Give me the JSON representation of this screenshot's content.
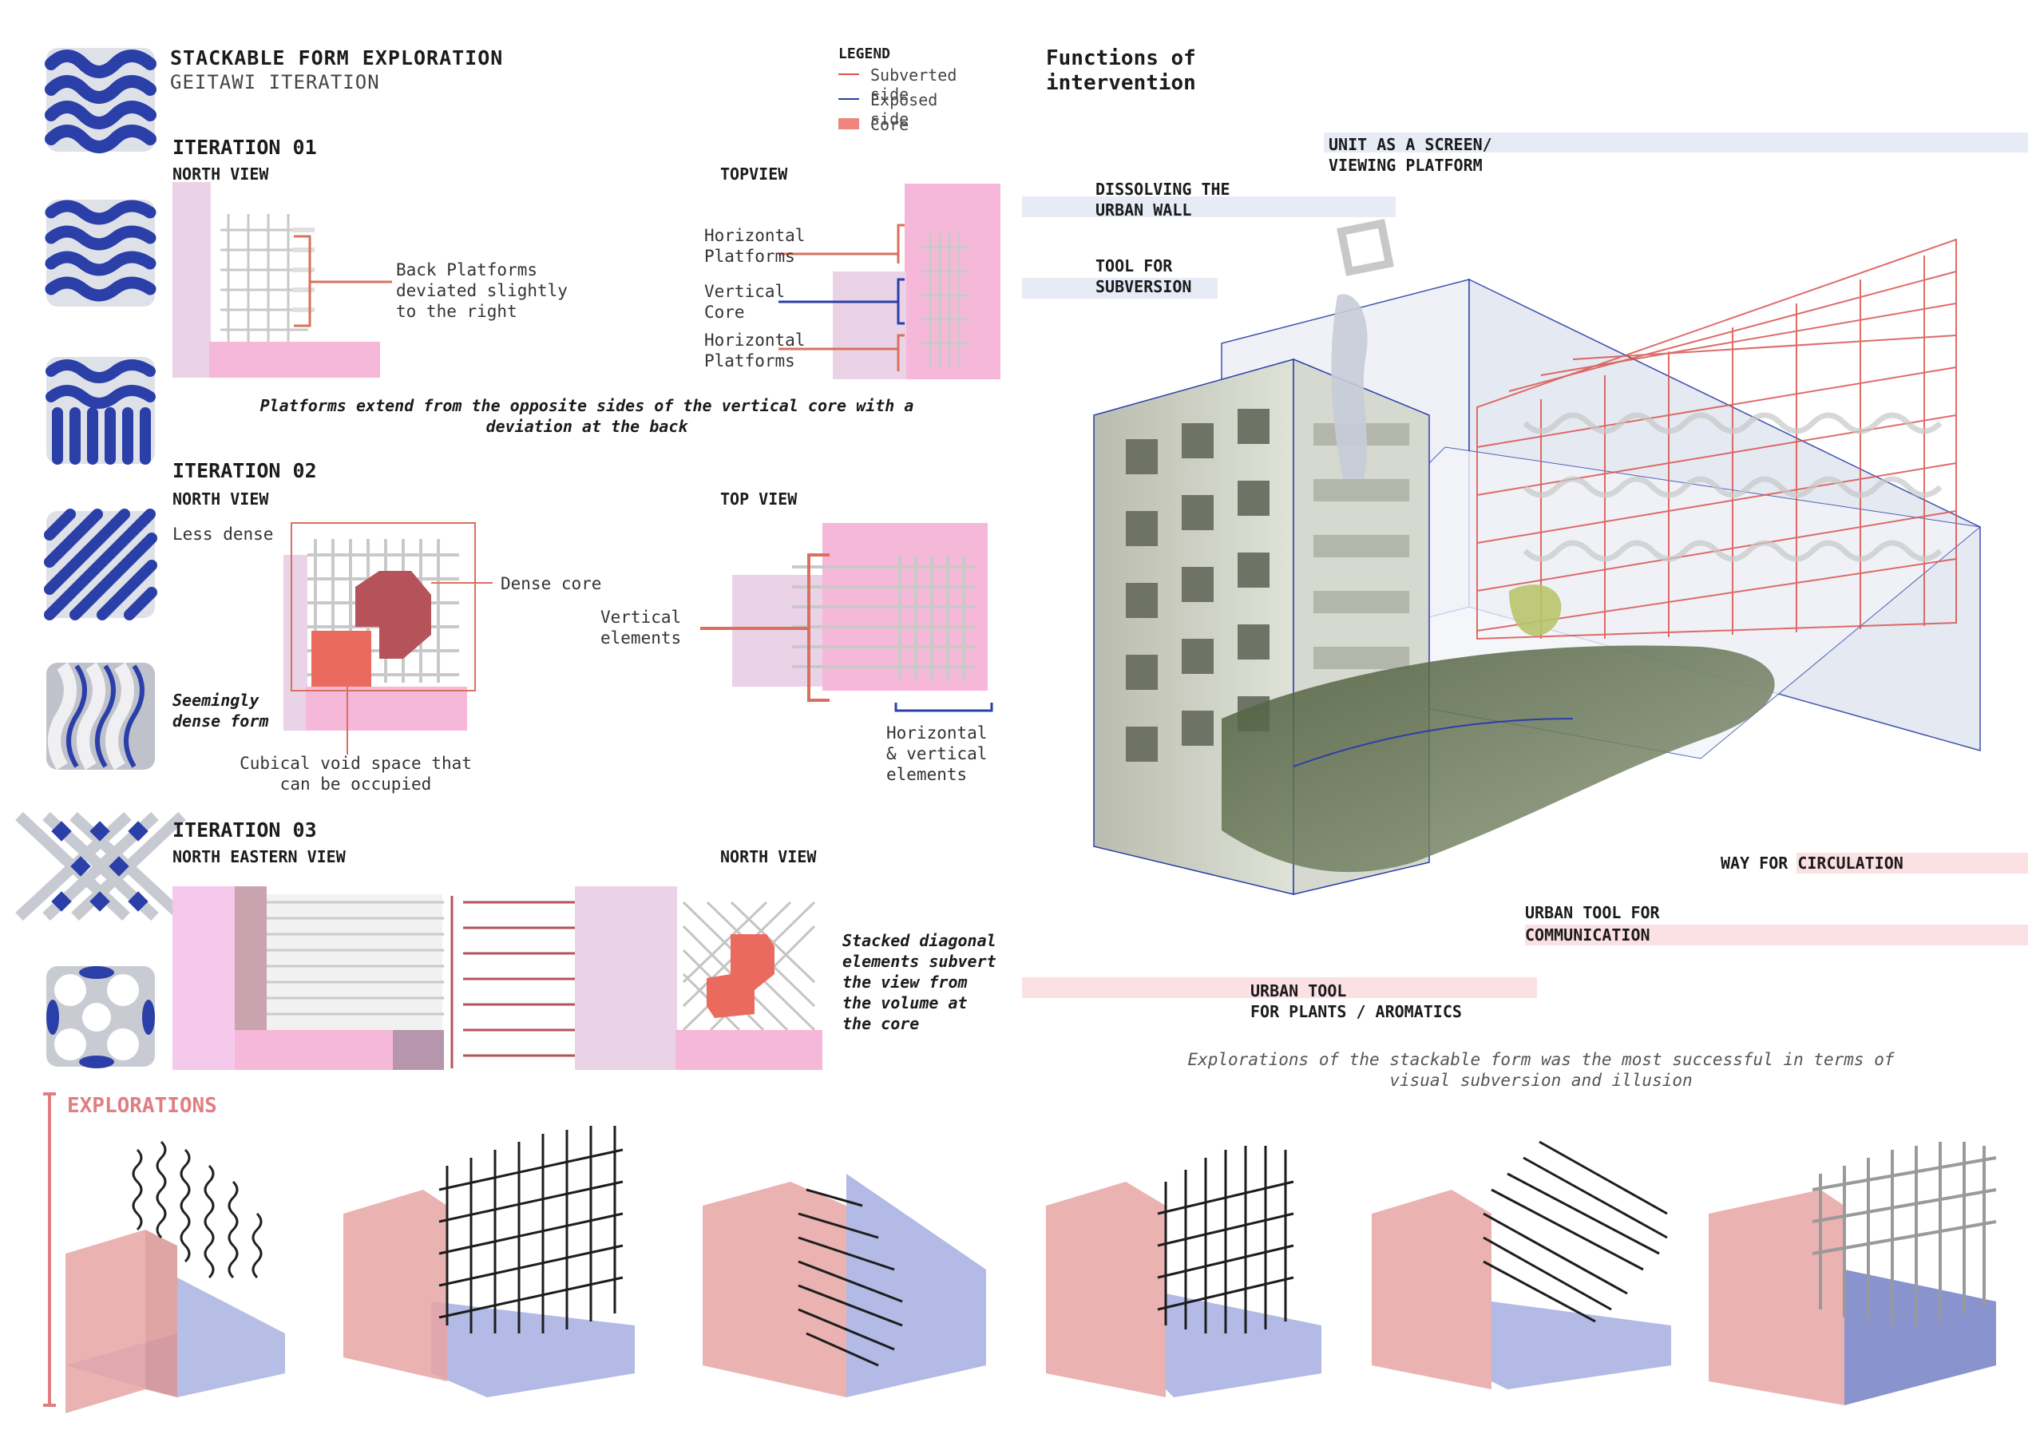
{
  "header": {
    "title": "STACKABLE FORM EXPLORATION",
    "subtitle": "GEITAWI ITERATION"
  },
  "legend": {
    "title": "LEGEND",
    "items": [
      {
        "label": "Subverted side",
        "color": "#d9534f"
      },
      {
        "label": "Exposed side",
        "color": "#2a3fa8"
      },
      {
        "label": "Core",
        "color": "#f0857d"
      }
    ]
  },
  "iteration1": {
    "title": "ITERATION 01",
    "north_view": "NORTH VIEW",
    "top_view": "TOPVIEW",
    "back_platforms": "Back Platforms\ndeviated slightly\nto the right",
    "horizontal_platforms_top": "Horizontal\nPlatforms",
    "vertical_core": "Vertical\nCore",
    "horizontal_platforms_bottom": "Horizontal\nPlatforms",
    "caption": "Platforms extend from the opposite sides of the vertical core with a\ndeviation at the back"
  },
  "iteration2": {
    "title": "ITERATION 02",
    "north_view": "NORTH VIEW",
    "top_view": "TOP VIEW",
    "less_dense": "Less dense",
    "dense_core": "Dense core",
    "seemingly": "Seemingly\ndense form",
    "cubical": "Cubical void space that\ncan be occupied",
    "vertical_elements": "Vertical\nelements",
    "horizontal_vertical": "Horizontal\n& vertical\nelements"
  },
  "iteration3": {
    "title": "ITERATION 03",
    "ne_view": "NORTH EASTERN VIEW",
    "north_view": "NORTH VIEW",
    "stacked": "Stacked diagonal\nelements subvert\nthe view from\nthe volume at\nthe core"
  },
  "functions": {
    "title": "Functions of\nintervention",
    "screen": "UNIT AS A SCREEN/\nVIEWING PLATFORM",
    "dissolving": "DISSOLVING THE\nURBAN WALL",
    "subversion": "TOOL FOR\nSUBVERSION",
    "circulation_prefix": "WAY FOR ",
    "circulation": "CIRCULATION",
    "communication_1": "URBAN TOOL FOR",
    "communication_2": "COMMUNICATION",
    "plants_1": "URBAN TOOL",
    "plants_2": "FOR PLANTS / AROMATICS",
    "caption": "Explorations of the stackable form was the most successful in terms of\nvisual subversion and illusion"
  },
  "explorations": {
    "title": "EXPLORATIONS"
  },
  "colors": {
    "accent_pink": "#e07e84",
    "core_salmon": "#f0857d",
    "blue": "#2a3fa8",
    "pink_panel": "#f6b8d8",
    "box_pink": "#e8a4a4",
    "box_blue": "#a4aee0"
  }
}
